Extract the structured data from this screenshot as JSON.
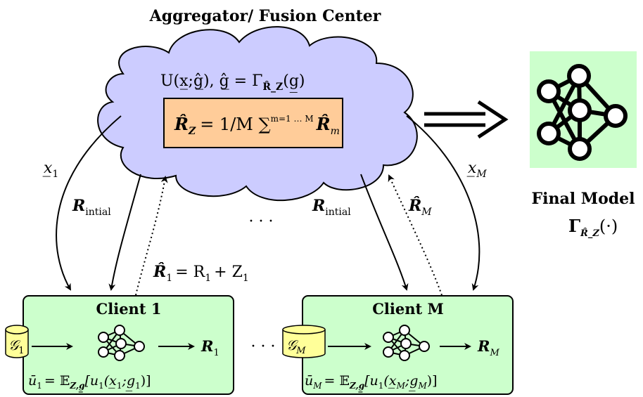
{
  "title": "Aggregator/ Fusion Center",
  "cloud": {
    "utility_expr": "U(x̲;ĝ̲),   ĝ̲ = Γ",
    "utility_sub": "R̂_Z",
    "utility_tail": "(g̲)",
    "aggregate_lhs": "R̂",
    "aggregate_lhs_sub": "Z",
    "aggregate_rhs": "= 1/M ∑",
    "aggregate_sum_limits": "m=1 … M",
    "aggregate_tail": "R̂",
    "aggregate_tail_sub": "m"
  },
  "final_model": {
    "label_line1": "Final Model",
    "label_line2": "Γ",
    "label_sub": "R̂_Z",
    "label_tail": "(·)"
  },
  "edges": {
    "x1": "x̲",
    "x1_sub": "1",
    "xM": "x̲",
    "xM_sub": "M",
    "r_initial_left": "R",
    "r_initial_left_sub": "intial",
    "r_initial_right": "R",
    "r_initial_right_sub": "intial",
    "r1_upload": "R̂",
    "r1_upload_sub": "1",
    "r1_upload_eq": "= R",
    "r1_upload_eq_sub": "1",
    "r1_upload_plus": "+ Z",
    "r1_upload_plus_sub": "1",
    "rM_upload": "R̂",
    "rM_upload_sub": "M",
    "middle_dots": "· · ·"
  },
  "clients": [
    {
      "title": "Client 1",
      "data_label": "𝒢",
      "data_sub": "1",
      "output": "R",
      "output_sub": "1",
      "utility": "ū",
      "utility_sub": "1",
      "utility_rhs": "= 𝔼",
      "utility_rhs_sub": "Z,g̲",
      "utility_tail": "[u",
      "utility_tail_sub": "1",
      "utility_args": "(x̲",
      "utility_args_sub": "1",
      "utility_args2": ";g̲",
      "utility_args2_sub": "1",
      "utility_close": ")]"
    },
    {
      "title": "Client M",
      "data_label": "𝒢",
      "data_sub": "M",
      "output": "R",
      "output_sub": "M",
      "utility": "ū",
      "utility_sub": "M",
      "utility_rhs": "= 𝔼",
      "utility_rhs_sub": "Z,g̲",
      "utility_tail": "[u",
      "utility_tail_sub": "1",
      "utility_args": "(x̲",
      "utility_args_sub": "M",
      "utility_args2": ";g̲",
      "utility_args2_sub": "M",
      "utility_close": ")]"
    }
  ],
  "between_clients": "· · ·",
  "colors": {
    "cloud_fill": "#ccccff",
    "aggregate_fill": "#ffcc99",
    "client_fill": "#ccffcc",
    "data_fill": "#ffff99",
    "final_model_fill": "#ccffcc"
  }
}
